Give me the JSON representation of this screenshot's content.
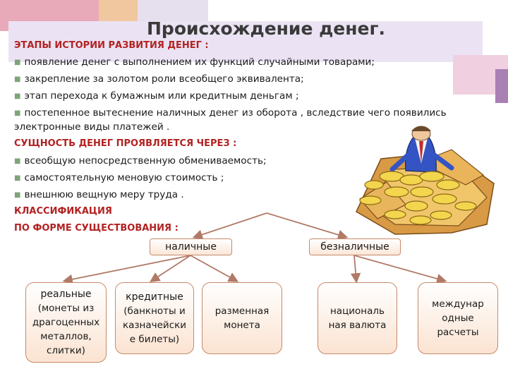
{
  "title": "Происхождение денег.",
  "stages": {
    "heading": "ЭТАПЫ ИСТОРИИ РАЗВИТИЯ ДЕНЕГ :",
    "items": [
      "появление денег с выполнением их функций случайными товарами;",
      "закрепление  за  золотом роли всеобщего эквивалента;",
      "этап перехода к бумажным или кредитным деньгам ;",
      "постепенное вытеснение наличных денег из оборота , вследствие чего появились"
    ],
    "continuation": "электронные виды платежей ."
  },
  "essence": {
    "heading": "СУЩНОСТЬ ДЕНЕГ ПРОЯВЛЯЕТСЯ ЧЕРЕЗ :",
    "items": [
      "всеобщую непосредственную обмениваемость;",
      "самостоятельную меновую стоимость ;",
      "внешнюю вещную меру труда ."
    ]
  },
  "classification": {
    "heading_line1": "КЛАССИФИКАЦИЯ",
    "heading_line2": "ПО ФОРМЕ СУЩЕСТВОВАНИЯ :",
    "cash": "наличные",
    "noncash": "безналичные",
    "real": {
      "line1": "реальные",
      "line2": "(монеты из",
      "line3": "драгоценных",
      "line4": "металлов,",
      "line5": "слитки)"
    },
    "credit": {
      "line1": "кредитные",
      "line2": "(банкноты и",
      "line3": "казначейски",
      "line4": "е билеты)"
    },
    "coin": {
      "line1": "разменная",
      "line2": "монета"
    },
    "national": {
      "line1": "националь",
      "line2": "ная валюта"
    },
    "international": {
      "line1": "междунар",
      "line2": "одные",
      "line3": "расчеты"
    }
  },
  "colors": {
    "heading_red": "#b22222",
    "bullet_green": "#7fa37a",
    "box_border": "#c8896a",
    "arrow": "#b07a66"
  }
}
